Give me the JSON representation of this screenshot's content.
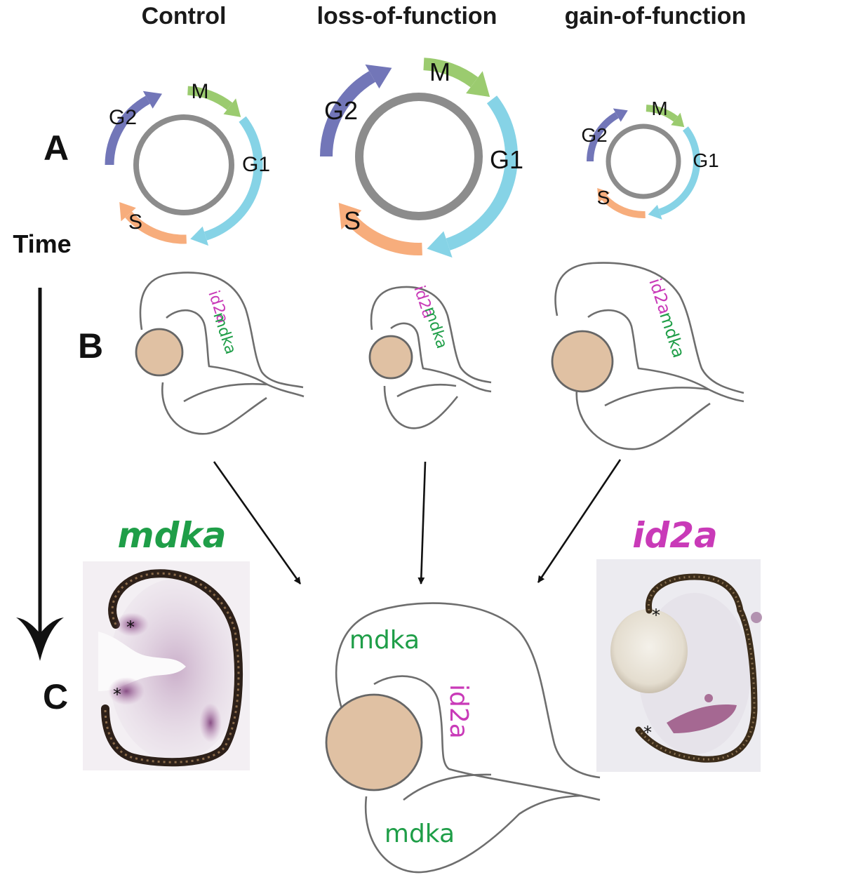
{
  "column_titles": [
    "Control",
    "loss-of-function",
    "gain-of-function"
  ],
  "panel_labels": [
    "A",
    "B",
    "C"
  ],
  "time_label": "Time",
  "phases": {
    "g2": "G2",
    "m": "M",
    "g1": "G1",
    "s": "S"
  },
  "phase_colors": {
    "g2": "#7276b8",
    "m": "#9bcb6f",
    "g1": "#86d3e6",
    "s": "#f7ad7c"
  },
  "genes": {
    "mdka": "mdka",
    "id2a": "id2a"
  },
  "gene_colors": {
    "mdka": "#1f9e48",
    "id2a": "#c93ab8"
  },
  "lens_color": "#e0c1a3",
  "asterisk": "*"
}
